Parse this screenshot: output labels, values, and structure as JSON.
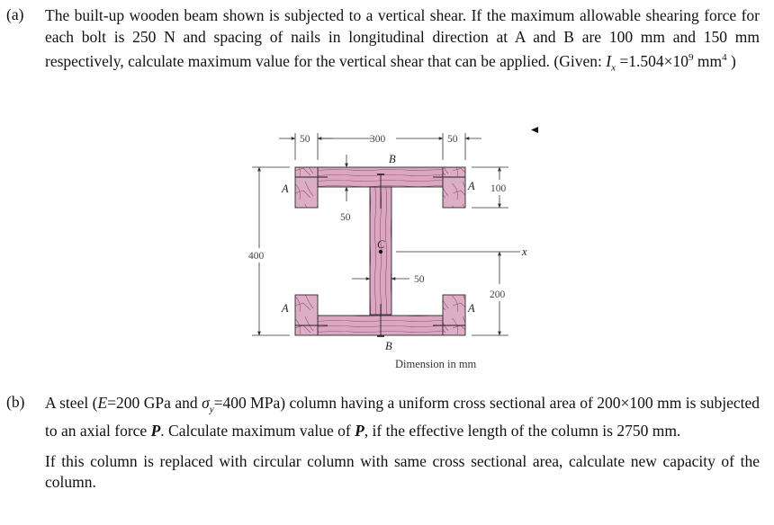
{
  "question_a": {
    "label": "(a)",
    "text_parts": {
      "line": "The built-up wooden beam shown is subjected to a vertical shear. If the maximum allowable shearing force for each bolt is 250 N and spacing of nails in longitudinal direction at A and B are 100 mm and 150 mm respectively, calculate maximum value for the vertical shear that can be applied. (Given: ",
      "ix_symbol": "I",
      "ix_sub": "x",
      "ix_value": " =1.504×10",
      "exp9": "9",
      "unit": " mm",
      "exp4": "4",
      "close": " )"
    }
  },
  "diagram": {
    "dims": {
      "left_block_width": "50",
      "flange_span": "300",
      "right_block_width": "50",
      "flange_thickness": "50",
      "block_height": "100",
      "total_height": "400",
      "web_thickness": "50",
      "centroid_to_bottom": "200"
    },
    "labels": {
      "a_top_left": "A",
      "a_top_right": "A",
      "a_bottom_left": "A",
      "a_bottom_right": "A",
      "b_top": "B",
      "b_bottom": "B",
      "centroid": "C",
      "axis": "x"
    },
    "caption": "Dimension in mm",
    "colors": {
      "wood_fill": "#d9a7c0",
      "wood_grain": "#8a3a5e",
      "outline": "#2a2a2a"
    }
  },
  "question_b": {
    "label": "(b)",
    "p1": {
      "a": "A steel (",
      "E": "E",
      "b": "=200 GPa and ",
      "sigma": "σ",
      "sigma_sub": "y",
      "c": "=400 MPa) column having a uniform cross sectional area of 200×100 mm is subjected to an axial force ",
      "P1": "P",
      "d": ". Calculate maximum value of ",
      "P2": "P",
      "e": ", if the effective length of the column is 2750 mm."
    },
    "p2": "If this column is replaced with circular column with same cross sectional area, calculate new capacity of the column."
  }
}
